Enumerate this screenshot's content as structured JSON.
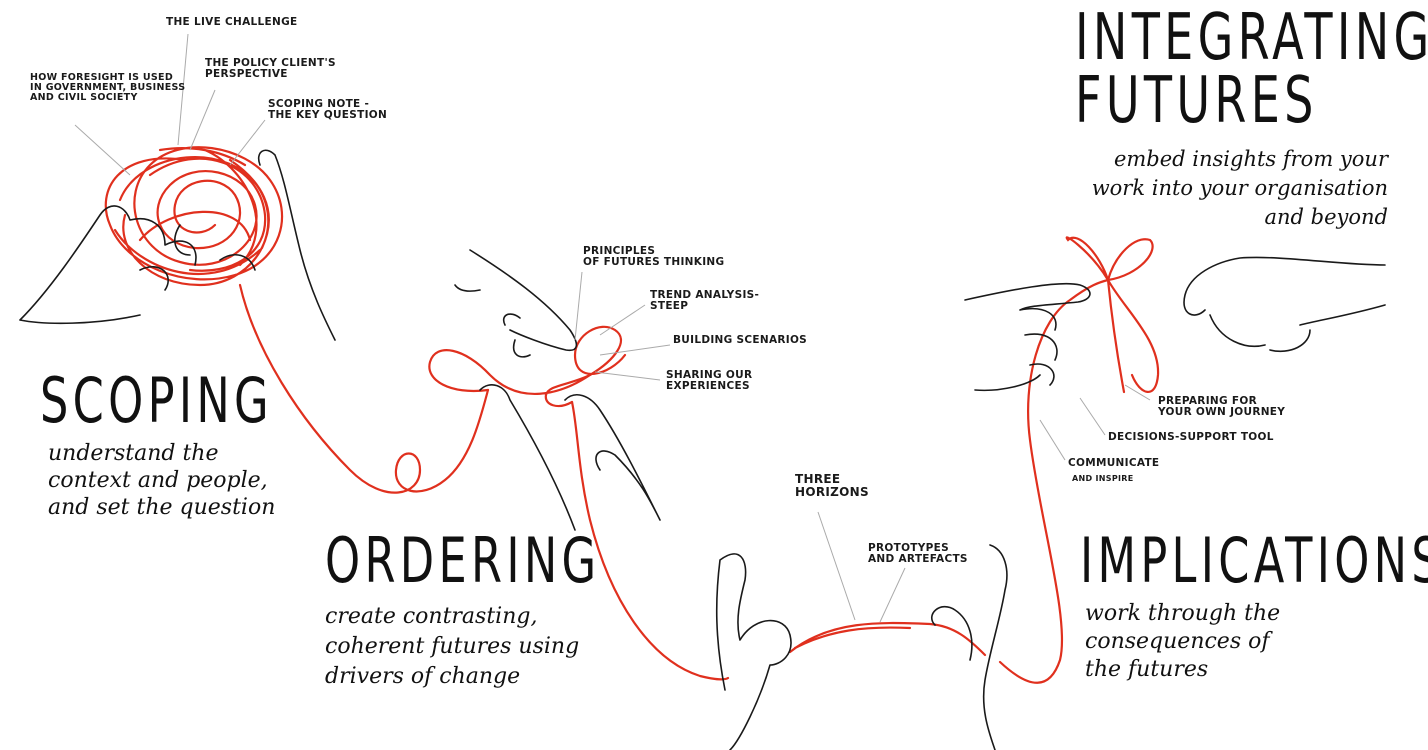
{
  "colors": {
    "thread": "#e0301e",
    "ink": "#1a1a1a",
    "leader": "#aaaaaa",
    "background": "#ffffff"
  },
  "sections": {
    "scoping": {
      "title": "SCOPING",
      "subtitle": "understand the\ncontext and people,\nand set the question"
    },
    "ordering": {
      "title": "ORDERING",
      "subtitle": "create contrasting,\ncoherent futures using\ndrivers of change"
    },
    "implications": {
      "title": "IMPLICATIONS",
      "subtitle": "work through the\nconsequences of\nthe futures"
    },
    "integrating": {
      "title_line1": "INTEGRATING",
      "title_line2": "FUTURES",
      "subtitle": "embed insights from your\nwork into your organisation\nand beyond"
    }
  },
  "labels": {
    "live_challenge": "THE LIVE CHALLENGE",
    "how_foresight": "HOW FORESIGHT IS USED\nIN GOVERNMENT, BUSINESS\nAND CIVIL SOCIETY",
    "policy_client": "THE POLICY CLIENT'S\nPERSPECTIVE",
    "scoping_note": "SCOPING NOTE -\nTHE KEY QUESTION",
    "principles": "PRINCIPLES\nOF FUTURES THINKING",
    "trend_analysis": "TREND ANALYSIS-\nSTEEP",
    "building_scenarios": "BUILDING SCENARIOS",
    "sharing": "SHARING OUR\nEXPERIENCES",
    "three_horizons": "THREE\nHORIZONS",
    "prototypes": "PROTOTYPES\nAND ARTEFACTS",
    "preparing": "PREPARING FOR\nYOUR OWN JOURNEY",
    "decisions": "DECISIONS-SUPPORT TOOL",
    "communicate": "COMMUNICATE",
    "inspire": "AND INSPIRE"
  }
}
